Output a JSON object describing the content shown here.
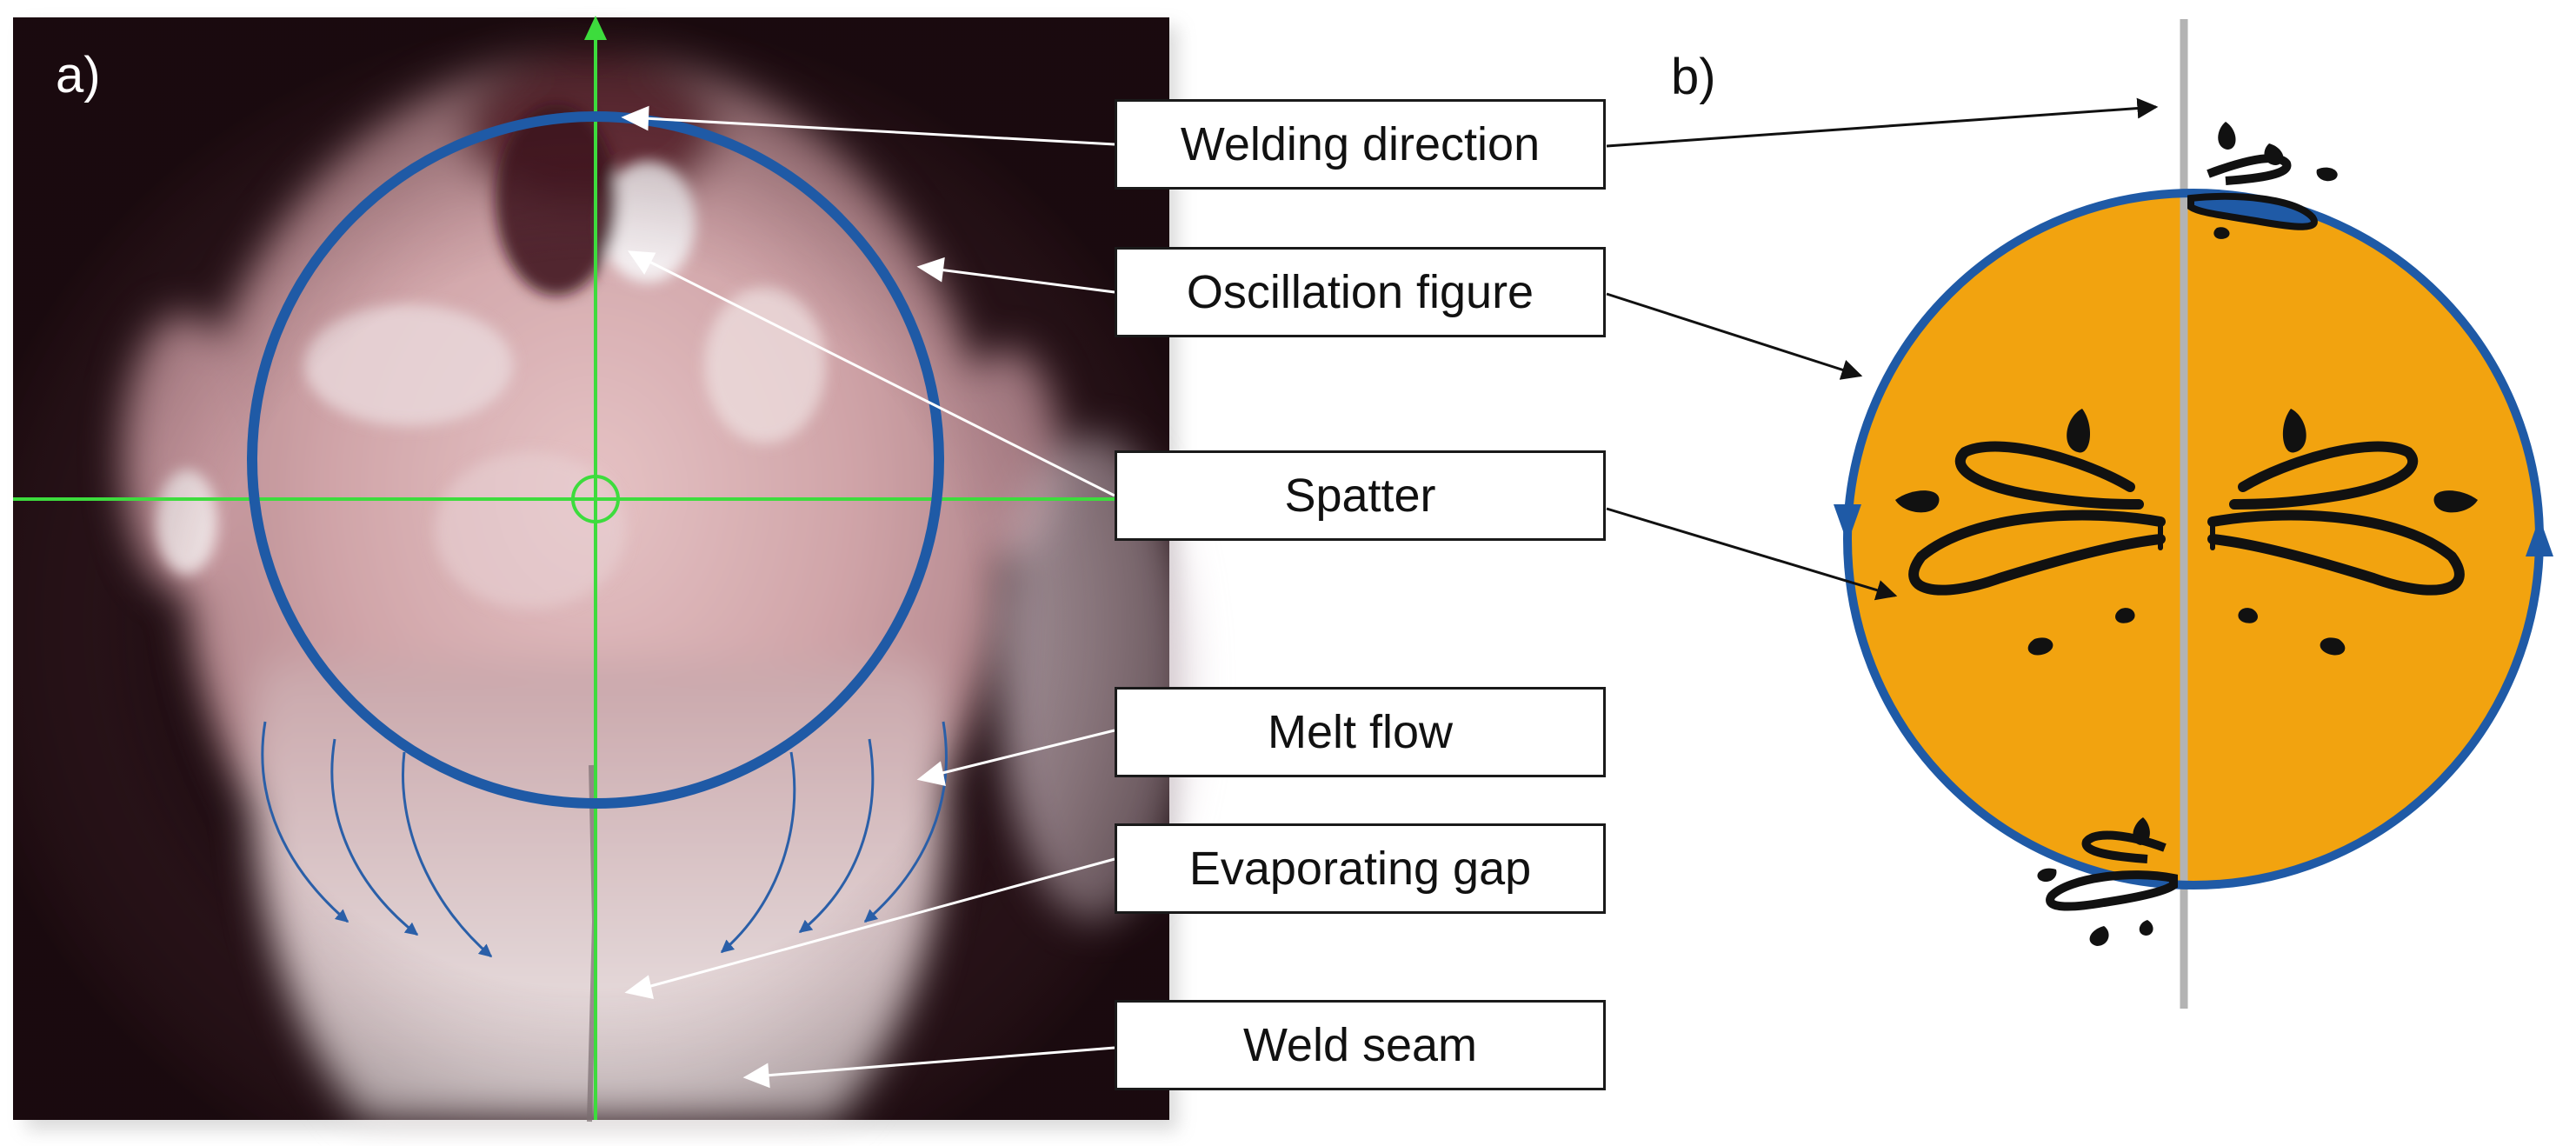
{
  "panels": {
    "a_label": "a)",
    "b_label": "b)"
  },
  "callouts": [
    {
      "id": "welding-direction",
      "text": "Welding direction"
    },
    {
      "id": "oscillation-figure",
      "text": "Oscillation figure"
    },
    {
      "id": "spatter",
      "text": "Spatter"
    },
    {
      "id": "melt-flow",
      "text": "Melt flow"
    },
    {
      "id": "evaporating-gap",
      "text": "Evaporating gap"
    },
    {
      "id": "weld-seam",
      "text": "Weld seam"
    }
  ],
  "colors": {
    "oscillation_circle": "#1f5aa6",
    "crosshair": "#3ddc3d",
    "melt_pool": "#f2a30f",
    "axis_line": "#b3b3b3",
    "spatter": "#111111",
    "photo_dark": "#1c0b10",
    "photo_glow": "#d8b3b6"
  }
}
